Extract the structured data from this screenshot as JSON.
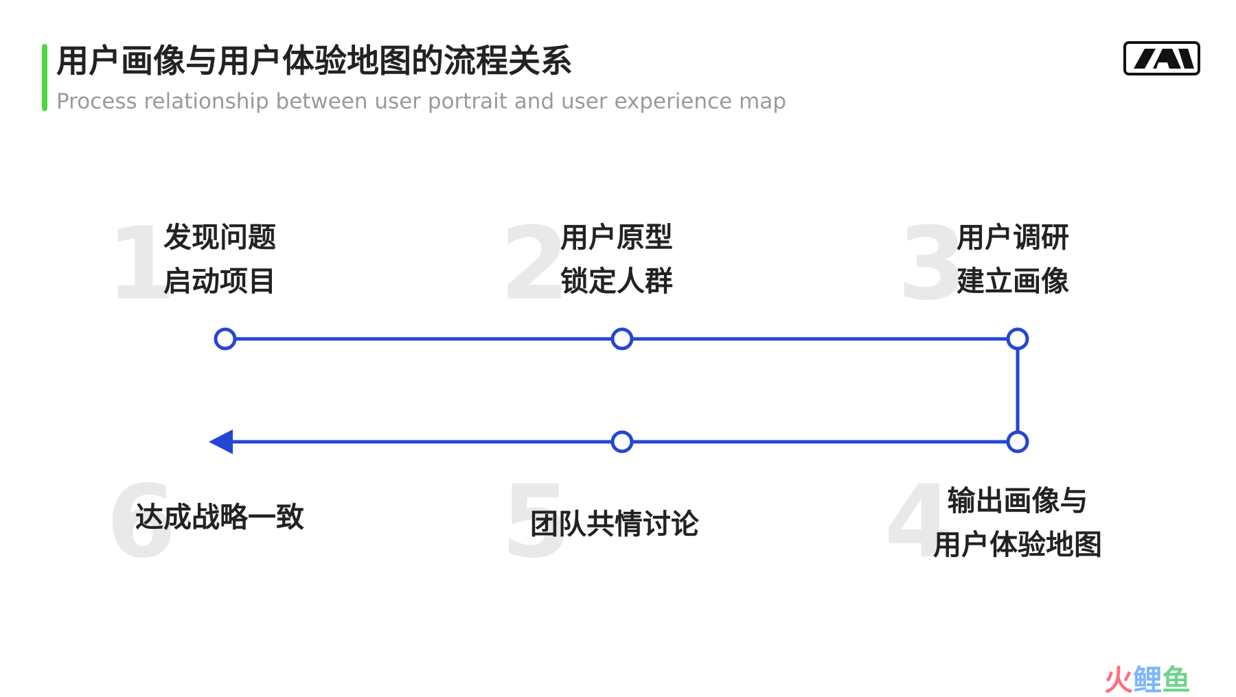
{
  "header": {
    "title": "用户画像与用户体验地图的流程关系",
    "subtitle": "Process relationship between user portrait and user experience map"
  },
  "colors": {
    "accent": "#4fd546",
    "flow": "#2446d4",
    "number": "#e9e9e9",
    "text": "#222222",
    "subtitle": "#9a9a9a"
  },
  "logo": {
    "icon": "logo-icon"
  },
  "steps": [
    {
      "number": "1",
      "line1": "发现问题",
      "line2": "启动项目"
    },
    {
      "number": "2",
      "line1": "用户原型",
      "line2": "锁定人群"
    },
    {
      "number": "3",
      "line1": "用户调研",
      "line2": "建立画像"
    },
    {
      "number": "4",
      "line1": "输出画像与",
      "line2": "用户体验地图"
    },
    {
      "number": "5",
      "line1": "团队共情讨论"
    },
    {
      "number": "6",
      "line1": "达成战略一致"
    }
  ],
  "watermark": {
    "part1": "火",
    "part2": "鲤",
    "part3": "鱼"
  }
}
